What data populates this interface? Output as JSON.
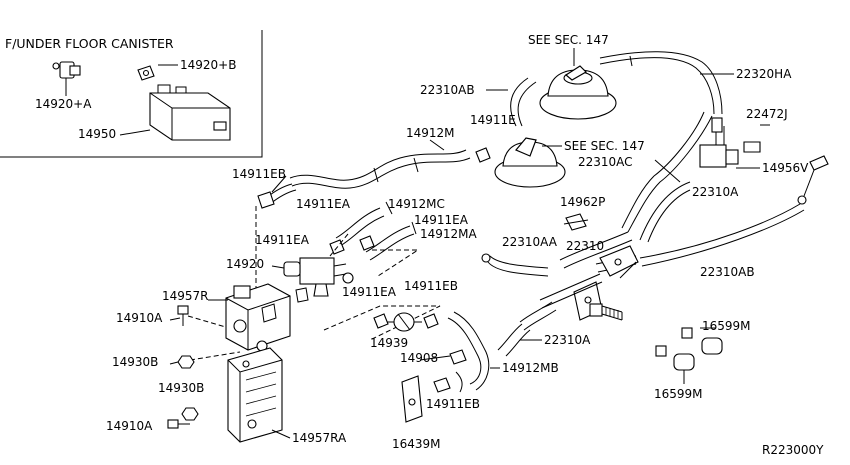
{
  "inset": {
    "title": "F/UNDER FLOOR CANISTER",
    "labels": [
      "14920+B",
      "14920+A",
      "14950"
    ]
  },
  "labels": [
    "SEE SEC. 147",
    "22320HA",
    "22310AB",
    "SEE SEC. 147",
    "22472J",
    "14911E",
    "14912M",
    "22310AC",
    "14956V",
    "14911EB",
    "22310A",
    "14962P",
    "14911EA",
    "14912MC",
    "14911EA",
    "22310AA",
    "14911EA",
    "14912MA",
    "22310",
    "14920",
    "22310AB",
    "14957R",
    "14911EA",
    "14911EB",
    "14910A",
    "16599M",
    "14939",
    "22310A",
    "14930B",
    "14908",
    "14912MB",
    "14930B",
    "16599M",
    "14911EB",
    "14910A",
    "14957RA",
    "16439M"
  ],
  "diagram_code": "R223000Y"
}
